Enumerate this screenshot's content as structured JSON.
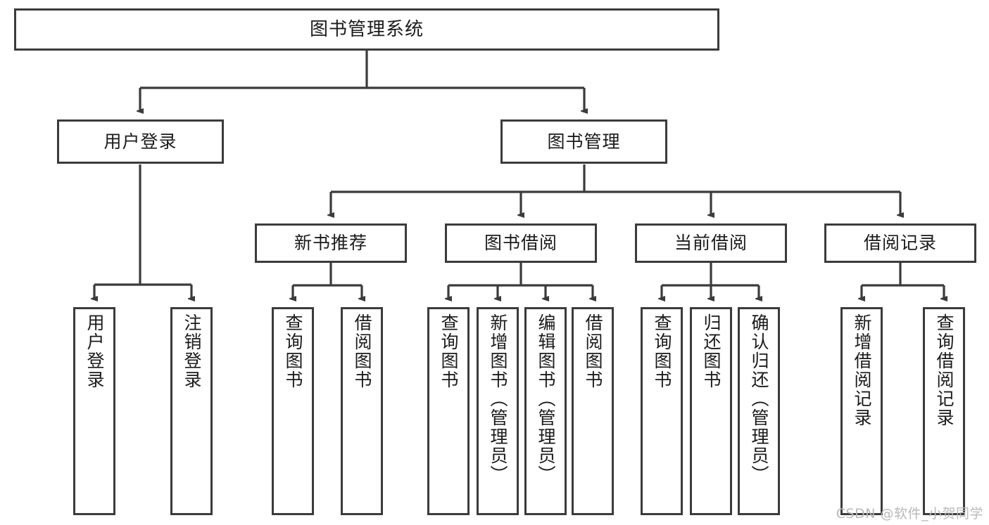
{
  "diagram": {
    "title": "图书管理系统",
    "watermark": "CSDN @软件_小贺同学",
    "colors": {
      "stroke": "#3b3b3b",
      "background": "#ffffff",
      "text": "#1b1b1b",
      "watermark": "#b9b9b9"
    },
    "root": {
      "label": "图书管理系统"
    },
    "level2": [
      {
        "label": "用户登录"
      },
      {
        "label": "图书管理"
      }
    ],
    "level3": [
      {
        "label": "新书推荐"
      },
      {
        "label": "图书借阅"
      },
      {
        "label": "当前借阅"
      },
      {
        "label": "借阅记录"
      }
    ],
    "leaves": {
      "user_login": [
        {
          "label": "用户登录"
        },
        {
          "label": "注销登录"
        }
      ],
      "new_book": [
        {
          "label": "查询图书"
        },
        {
          "label": "借阅图书"
        }
      ],
      "book_borrow": [
        {
          "label": "查询图书"
        },
        {
          "label": "新增图书（管理员）"
        },
        {
          "label": "编辑图书（管理员）"
        },
        {
          "label": "借阅图书"
        }
      ],
      "current_borrow": [
        {
          "label": "查询图书"
        },
        {
          "label": "归还图书"
        },
        {
          "label": "确认归还（管理员）"
        }
      ],
      "borrow_record": [
        {
          "label": "新增借阅记录"
        },
        {
          "label": "查询借阅记录"
        }
      ]
    }
  }
}
